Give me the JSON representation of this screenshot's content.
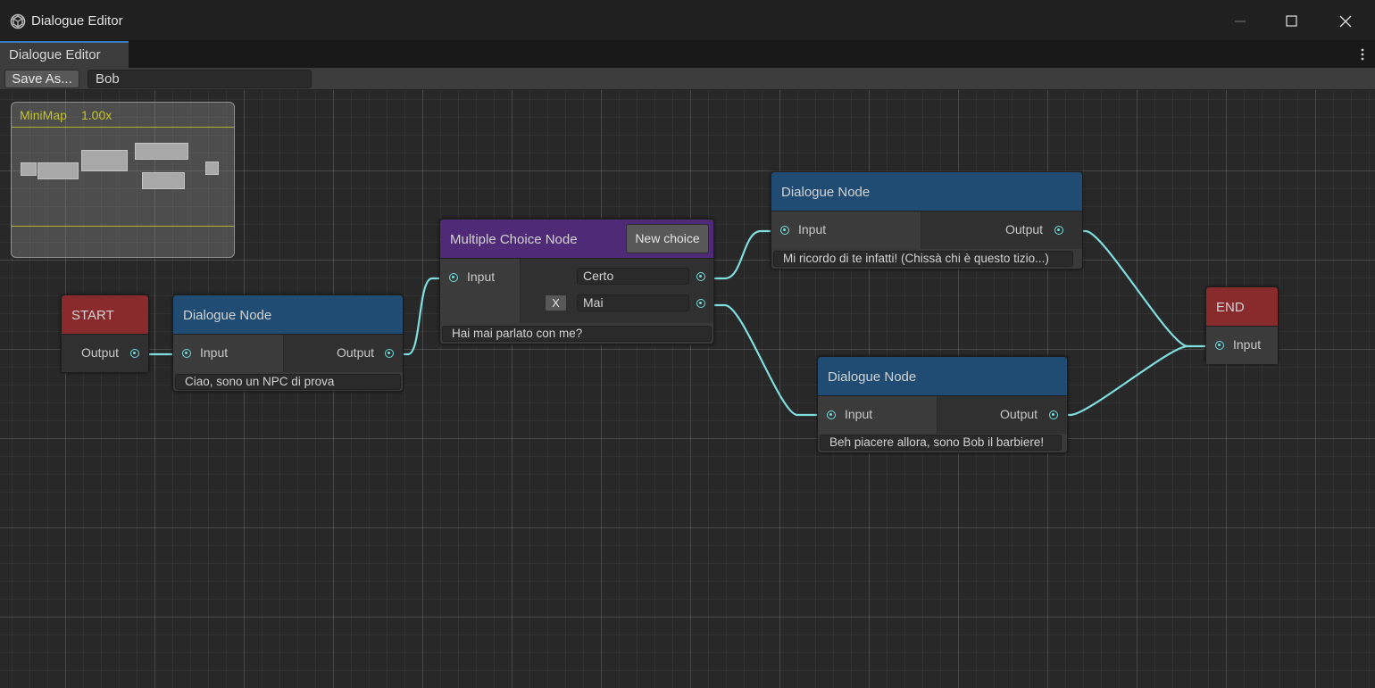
{
  "window": {
    "title": "Dialogue Editor",
    "tab_label": "Dialogue Editor"
  },
  "toolbar": {
    "save_as_label": "Save As...",
    "dialogue_name": "Bob"
  },
  "minimap": {
    "label": "MiniMap",
    "zoom": "1.00x"
  },
  "nodes": {
    "start": {
      "title": "START",
      "output_label": "Output"
    },
    "dialogue1": {
      "title": "Dialogue Node",
      "input_label": "Input",
      "output_label": "Output",
      "text": "Ciao, sono un NPC di prova"
    },
    "choice": {
      "title": "Multiple Choice Node",
      "new_choice_label": "New choice",
      "input_label": "Input",
      "choices": [
        "Certo",
        "Mai"
      ],
      "remove_label": "X",
      "text": "Hai mai parlato con me?"
    },
    "dialogue2": {
      "title": "Dialogue Node",
      "input_label": "Input",
      "output_label": "Output",
      "text": "Mi ricordo di te infatti! (Chissà chi è questo tizio...)"
    },
    "dialogue3": {
      "title": "Dialogue Node",
      "input_label": "Input",
      "output_label": "Output",
      "text": "Beh piacere allora, sono Bob il barbiere!"
    },
    "end": {
      "title": "END",
      "input_label": "Input"
    }
  },
  "colors": {
    "wire": "#7fdede",
    "dialogue_header": "#204c73",
    "start_end_header": "#892a2d",
    "choice_header": "#4f2a77",
    "minimap_accent": "#c4c423"
  }
}
